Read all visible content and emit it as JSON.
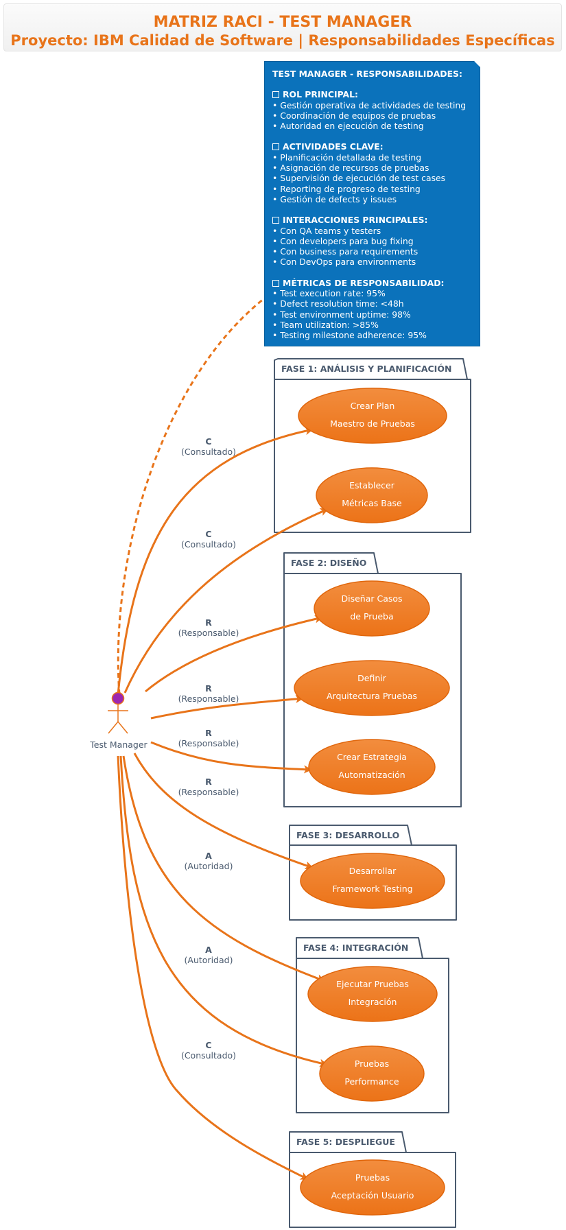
{
  "header": {
    "title": "MATRIZ RACI - TEST MANAGER",
    "subtitle": "Proyecto: IBM Calidad de Software | Responsabilidades Específicas"
  },
  "actor": {
    "name": "Test Manager"
  },
  "note": {
    "title": "TEST MANAGER - RESPONSABILIDADES:",
    "sections": [
      {
        "heading": "ROL PRINCIPAL:",
        "items": [
          "• Gestión operativa de actividades de testing",
          "• Coordinación de equipos de pruebas",
          "• Autoridad en ejecución de testing"
        ]
      },
      {
        "heading": "ACTIVIDADES CLAVE:",
        "items": [
          "• Planificación detallada de testing",
          "• Asignación de recursos de pruebas",
          "• Supervisión de ejecución de test cases",
          "• Reporting de progreso de testing",
          "• Gestión de defects y issues"
        ]
      },
      {
        "heading": "INTERACCIONES PRINCIPALES:",
        "items": [
          "• Con QA teams y testers",
          "• Con developers para bug fixing",
          "• Con business para requirements",
          "• Con DevOps para environments"
        ]
      },
      {
        "heading": "MÉTRICAS DE RESPONSABILIDAD:",
        "items": [
          "• Test execution rate: 95%",
          "• Defect resolution time: <48h",
          "• Test environment uptime: 98%",
          "• Team utilization: >85%",
          "• Testing milestone adherence: 95%"
        ]
      }
    ]
  },
  "phases": [
    {
      "label": "FASE 1: ANÁLISIS Y PLANIFICACIÓN",
      "use_cases": [
        {
          "line1": "Crear Plan",
          "line2": "Maestro de Pruebas",
          "raci": "C",
          "raci_label": "(Consultado)"
        },
        {
          "line1": "Establecer",
          "line2": "Métricas Base",
          "raci": "C",
          "raci_label": "(Consultado)"
        }
      ]
    },
    {
      "label": "FASE 2: DISEÑO",
      "use_cases": [
        {
          "line1": "Diseñar Casos",
          "line2": "de Prueba",
          "raci": "R",
          "raci_label": "(Responsable)"
        },
        {
          "line1": "Definir",
          "line2": "Arquitectura Pruebas",
          "raci": "R",
          "raci_label": "(Responsable)"
        },
        {
          "line1": "Crear Estrategia",
          "line2": "Automatización",
          "raci": "R",
          "raci_label": "(Responsable)"
        }
      ]
    },
    {
      "label": "FASE 3: DESARROLLO",
      "use_cases": [
        {
          "line1": "Desarrollar",
          "line2": "Framework Testing",
          "raci": "R",
          "raci_label": "(Responsable)"
        }
      ]
    },
    {
      "label": "FASE 4: INTEGRACIÓN",
      "use_cases": [
        {
          "line1": "Ejecutar Pruebas",
          "line2": "Integración",
          "raci": "A",
          "raci_label": "(Autoridad)"
        },
        {
          "line1": "Pruebas",
          "line2": "Performance",
          "raci": "A",
          "raci_label": "(Autoridad)"
        }
      ]
    },
    {
      "label": "FASE 5: DESPLIEGUE",
      "use_cases": [
        {
          "line1": "Pruebas",
          "line2": "Aceptación Usuario",
          "raci": "C",
          "raci_label": "(Consultado)"
        }
      ]
    }
  ],
  "colors": {
    "accent": "#e8741a",
    "use_case_fill": "#ef7f22",
    "note_fill": "#0b72bb",
    "package_border": "#4a5a6e",
    "actor_head": "#9c27b0"
  }
}
